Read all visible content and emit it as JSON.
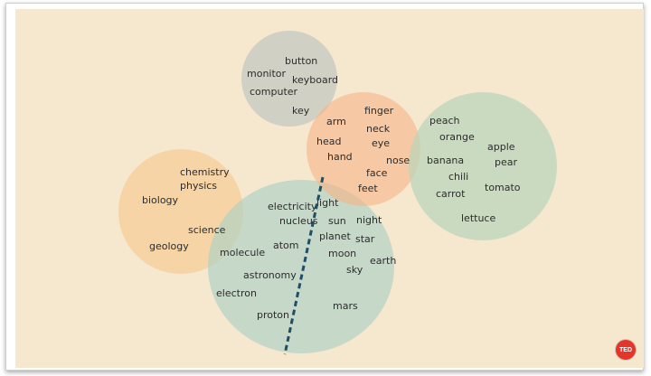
{
  "clusters": {
    "tech": {
      "color": "#cdd1c6",
      "words": [
        "button",
        "monitor",
        "keyboard",
        "computer",
        "key"
      ]
    },
    "body": {
      "color": "#f2c7a6",
      "words": [
        "finger",
        "arm",
        "neck",
        "head",
        "eye",
        "hand",
        "nose",
        "face",
        "feet"
      ]
    },
    "food": {
      "color": "#c8dcc2",
      "words": [
        "peach",
        "orange",
        "apple",
        "banana",
        "pear",
        "chili",
        "tomato",
        "carrot",
        "lettuce"
      ]
    },
    "science": {
      "color": "#f1d5a6",
      "words": [
        "chemistry",
        "physics",
        "biology",
        "science",
        "geology"
      ]
    },
    "space": {
      "color": "#c6d8c8",
      "words": [
        "electricity",
        "light",
        "nucleus",
        "sun",
        "night",
        "planet",
        "star",
        "atom",
        "molecule",
        "moon",
        "earth",
        "sky",
        "astronomy",
        "electron",
        "mars",
        "proton"
      ]
    }
  },
  "divider_color": "#1f4e66",
  "badge": {
    "label": "TED",
    "color": "#e4352b"
  }
}
